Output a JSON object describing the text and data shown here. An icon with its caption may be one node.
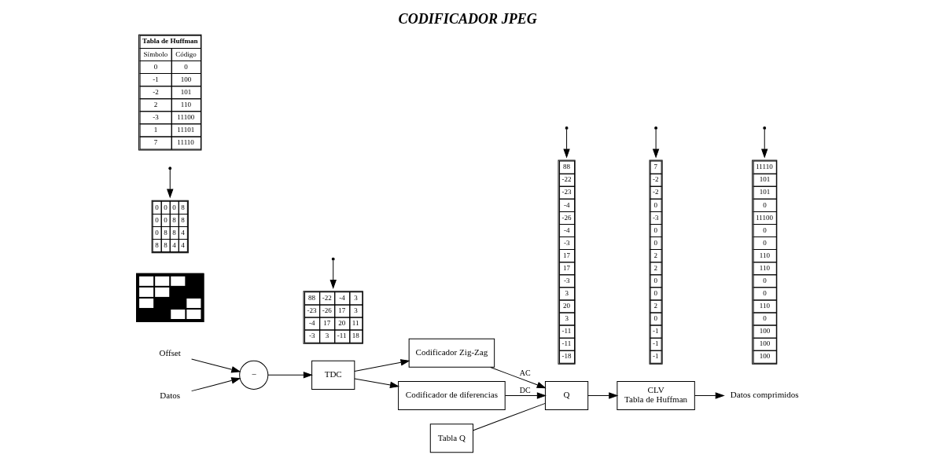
{
  "diagram": {
    "title": "CODIFICADOR JPEG",
    "nodes": [
      {
        "text": [
          "Offset"
        ]
      },
      {
        "text": [
          "Datos"
        ]
      },
      {
        "text": [
          "−"
        ]
      },
      {
        "text": [
          "TDC"
        ]
      },
      {
        "text": [
          "Codificador Zig-Zag"
        ]
      },
      {
        "text": [
          "Codificador de diferencias"
        ]
      },
      {
        "text": [
          "Tabla Q"
        ]
      },
      {
        "text": [
          "Q"
        ]
      },
      {
        "text": [
          "CLV",
          "Tabla de Huffman"
        ]
      },
      {
        "text": [
          "Datos comprimidos"
        ]
      },
      {
        "text": [],
        "shape": "picture"
      },
      {
        "text": [
          "0",
          "0",
          "0",
          "8",
          "0",
          "0",
          "8",
          "8",
          "0",
          "8",
          "8",
          "4",
          "8",
          "8",
          "4",
          "4"
        ]
      },
      {
        "text": [
          "88",
          "-22",
          "-4",
          "3",
          "-23",
          "-26",
          "17",
          "3",
          "-4",
          "17",
          "20",
          "11",
          "-3",
          "3",
          "-11",
          "18"
        ]
      },
      {
        "text": [
          "88",
          "-22",
          "-23",
          "-4",
          "-26",
          "-4",
          "-3",
          "17",
          "17",
          "-3",
          "3",
          "20",
          "3",
          "-11",
          "-11",
          "-18"
        ]
      },
      {
        "text": [
          "7",
          "-2",
          "-2",
          "0",
          "-3",
          "0",
          "0",
          "2",
          "2",
          "0",
          "0",
          "2",
          "0",
          "-1",
          "-1",
          "-1"
        ]
      },
      {
        "text": [
          "11110",
          "101",
          "101",
          "0",
          "11100",
          "0",
          "0",
          "110",
          "110",
          "0",
          "0",
          "110",
          "0",
          "100",
          "100",
          "100"
        ]
      },
      {
        "text": [
          "Tabla de Huffman",
          "Símbolo",
          "Código",
          "0",
          "0",
          "-1",
          "100",
          "-2",
          "101",
          "2",
          "110",
          "-3",
          "11100",
          "1",
          "11101",
          "7",
          "11110"
        ]
      }
    ],
    "edges": [
      {
        "from": 1,
        "to": 2,
        "arrow": "to"
      },
      {
        "from": 0,
        "to": 2,
        "arrow": "to"
      },
      {
        "from": 2,
        "to": 3,
        "arrow": "to"
      },
      {
        "from": 3,
        "to": 4,
        "arrow": "to"
      },
      {
        "from": 3,
        "to": 5,
        "arrow": "to"
      },
      {
        "from": 4,
        "to": 7,
        "arrow": "to",
        "label": "AC"
      },
      {
        "from": 5,
        "to": 7,
        "arrow": "to",
        "label": "DC"
      },
      {
        "from": 6,
        "to": 7,
        "arrow": "none"
      },
      {
        "from": 7,
        "to": 8,
        "arrow": "to"
      },
      {
        "from": 8,
        "to": 9,
        "arrow": "to"
      },
      {
        "from": null,
        "to": 11,
        "arrow": "to"
      },
      {
        "from": null,
        "to": 12,
        "arrow": "to"
      },
      {
        "from": null,
        "to": 13,
        "arrow": "to"
      },
      {
        "from": null,
        "to": 14,
        "arrow": "to"
      },
      {
        "from": null,
        "to": 15,
        "arrow": "to"
      }
    ]
  }
}
